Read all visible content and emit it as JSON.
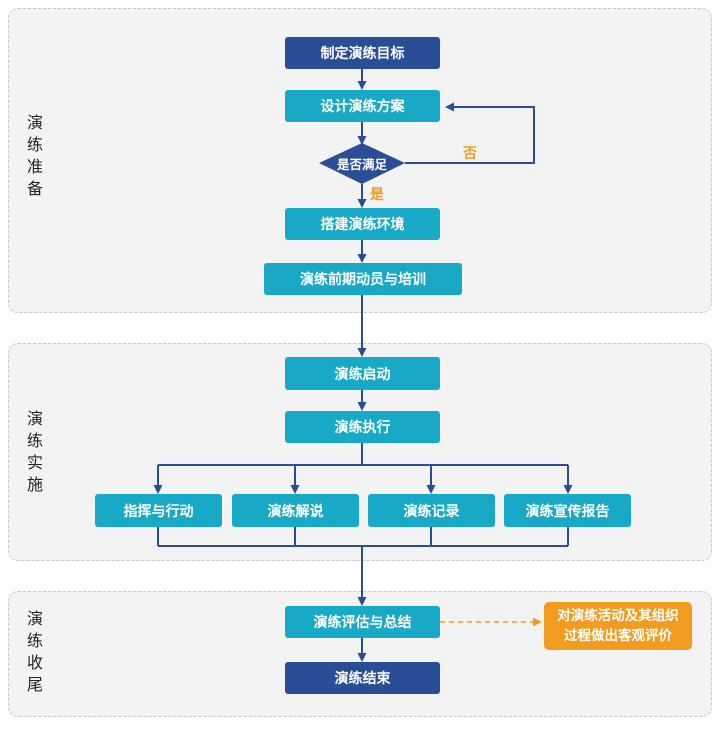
{
  "phases": {
    "prep": "演\n练\n准\n备",
    "impl": "演\n练\n实\n施",
    "close": "演\n练\n收\n尾"
  },
  "nodes": {
    "set_goal": "制定演练目标",
    "design_plan": "设计演练方案",
    "decision": "是否满足",
    "no_label": "否",
    "yes_label": "是",
    "build_env": "搭建演练环境",
    "mobilize": "演练前期动员与培训",
    "start": "演练启动",
    "execute": "演练执行",
    "command": "指挥与行动",
    "narrate": "演练解说",
    "record": "演练记录",
    "publicity": "演练宣传报告",
    "evaluate": "演练评估与总结",
    "note": "对演练活动及其组织\n过程做出客观评价",
    "end": "演练结束"
  },
  "colors": {
    "dark_box": "#2a4e96",
    "teal_box": "#17a9c6",
    "orange_box": "#f29c1f",
    "line": "#2a4e96",
    "phase_bg": "#f3f3f3"
  }
}
